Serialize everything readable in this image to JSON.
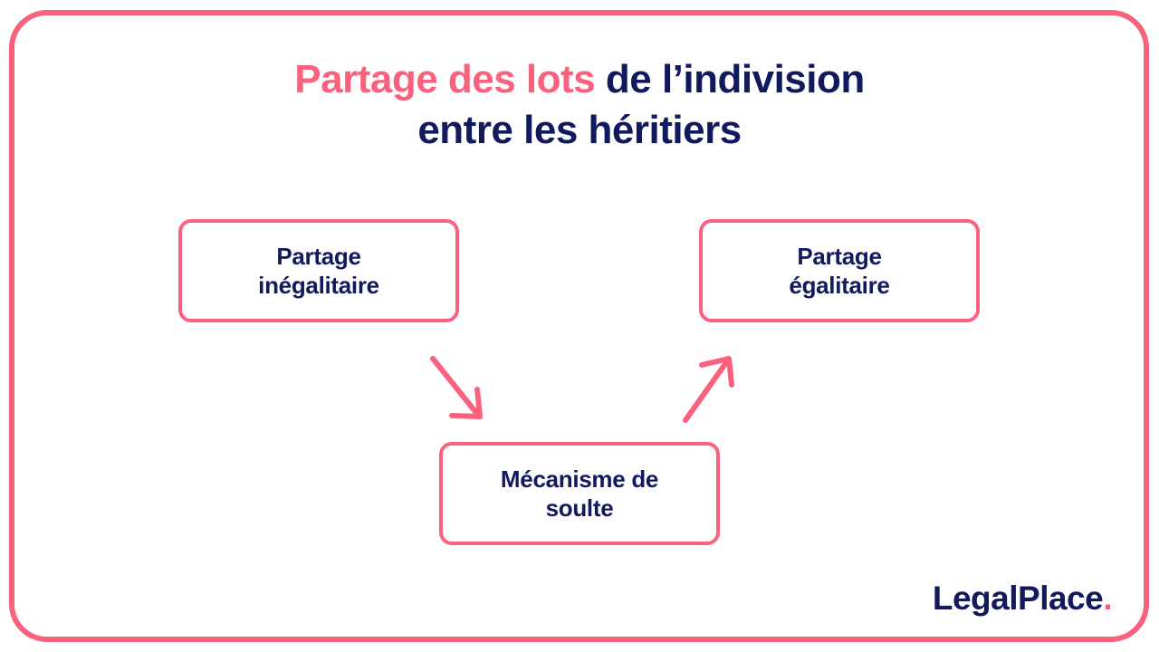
{
  "title": {
    "highlight": "Partage des lots",
    "rest_line1": " de l’indivision",
    "line2": "entre les héritiers"
  },
  "nodes": {
    "inegalitaire": {
      "line1": "Partage",
      "line2": "inégalitaire"
    },
    "egalitaire": {
      "line1": "Partage",
      "line2": "égalitaire"
    },
    "soulte": {
      "line1": "Mécanisme de",
      "line2": "soulte"
    }
  },
  "icons": {
    "arrow_left": "arrow-down-right",
    "arrow_right": "arrow-up-right"
  },
  "logo": {
    "text": "LegalPlace",
    "dot": "."
  },
  "colors": {
    "pink": "#F9617D",
    "navy": "#121A5E",
    "background": "#FFFFFF"
  }
}
